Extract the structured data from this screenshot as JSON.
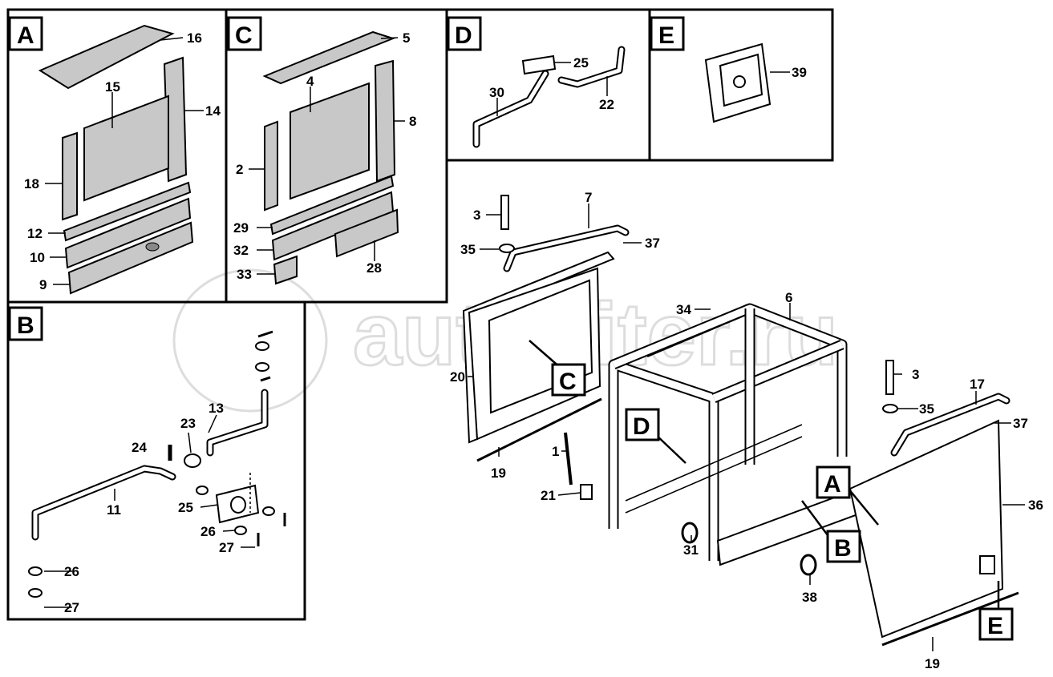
{
  "watermark": "autopiter.ru",
  "panels": {
    "A": {
      "letter": "A",
      "labels": [
        "16",
        "15",
        "14",
        "18",
        "12",
        "10",
        "9"
      ]
    },
    "C": {
      "letter": "C",
      "labels": [
        "5",
        "4",
        "8",
        "2",
        "29",
        "32",
        "28",
        "33"
      ]
    },
    "D": {
      "letter": "D",
      "labels": [
        "25",
        "30",
        "22"
      ]
    },
    "E": {
      "letter": "E",
      "labels": [
        "39"
      ]
    },
    "B": {
      "letter": "B",
      "labels": [
        "13",
        "23",
        "24",
        "11",
        "25",
        "26",
        "27",
        "26",
        "27"
      ]
    }
  },
  "main": {
    "callouts": [
      "C",
      "D",
      "A",
      "B",
      "E"
    ],
    "labels": [
      "3",
      "7",
      "35",
      "37",
      "34",
      "6",
      "20",
      "19",
      "1",
      "21",
      "3",
      "35",
      "17",
      "37",
      "36",
      "31",
      "38",
      "19"
    ]
  }
}
